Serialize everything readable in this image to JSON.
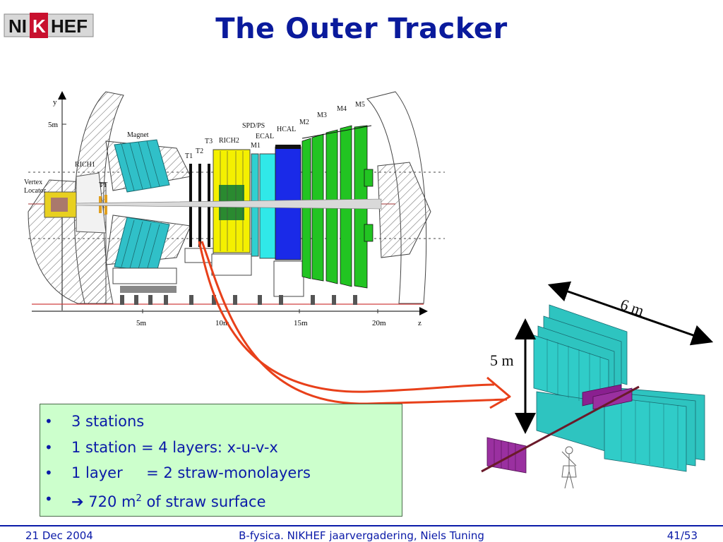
{
  "logo": {
    "text_a": "NI",
    "text_b": "K",
    "text_c": "HEF"
  },
  "title": "The Outer Tracker",
  "detector": {
    "axis_y": "y",
    "axis_z": "z",
    "y_tick": "5m",
    "z_ticks": [
      "5m",
      "10m",
      "15m",
      "20m"
    ],
    "labels": {
      "magnet": "Magnet",
      "rich1": "RICH1",
      "vertex": "Vertex",
      "locator": "Locator",
      "tt": "TT",
      "t1": "T1",
      "t2": "T2",
      "t3": "T3",
      "rich2": "RICH2",
      "spd": "SPD/PS",
      "ecal": "ECAL",
      "hcal": "HCAL",
      "m1": "M1",
      "m2": "M2",
      "m3": "M3",
      "m4": "M4",
      "m5": "M5"
    }
  },
  "dimensions": {
    "width": "6 m",
    "height": "5 m"
  },
  "bullets": [
    {
      "text": "3 stations"
    },
    {
      "text": "1 station = 4 layers: x-u-v-x"
    },
    {
      "text": "1 layer     = 2 straw-monolayers"
    },
    {
      "arrow": "➔",
      "text_a": " 720 m",
      "sup": "2",
      "text_b": " of straw surface"
    }
  ],
  "bullet_char": "•",
  "footer": {
    "date": "21 Dec 2004",
    "event": "B-fysica. NIKHEF jaarvergadering, Niels Tuning",
    "page": "41/53"
  },
  "colors": {
    "title": "#0a1a9c",
    "text": "#0a1aa8",
    "box": "#ccffcc",
    "tracker": "#30c8c0",
    "it_station": "#7a1a7a",
    "arrow": "#e8401a"
  }
}
